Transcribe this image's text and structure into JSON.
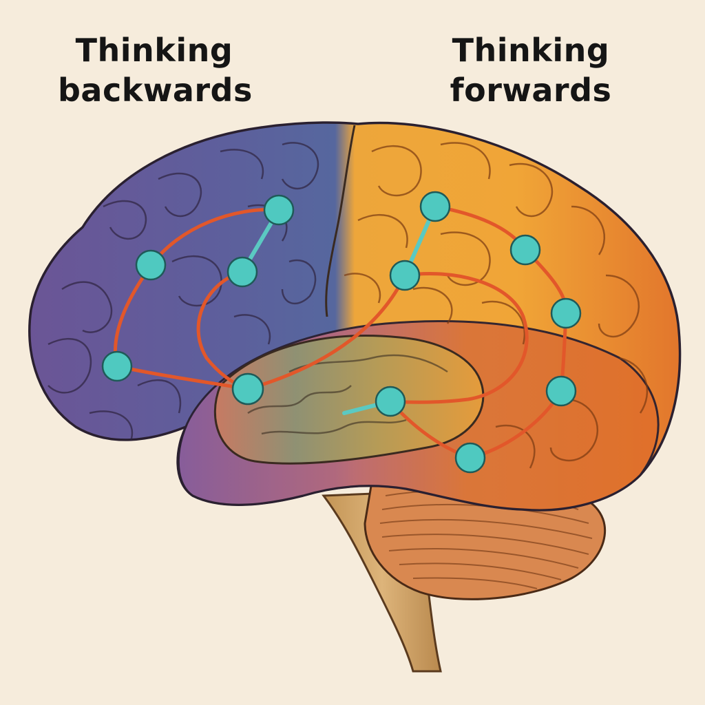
{
  "labels": {
    "left": {
      "line1": "Thinking",
      "line2": "backwards"
    },
    "right": {
      "line1": "Thinking",
      "line2": "forwards"
    }
  },
  "colors": {
    "background": "#f6ecdc",
    "frontal_left": "#6c5a9a",
    "frontal_blue": "#5b6aa0",
    "parietal_orange": "#f0a73a",
    "occipital_orange": "#e57a2c",
    "temporal": "#8a8d6f",
    "pathway": "#e2572a",
    "node": "#4fc9c0",
    "cerebellum": "#d98a50",
    "brainstem": "#cfa266"
  }
}
